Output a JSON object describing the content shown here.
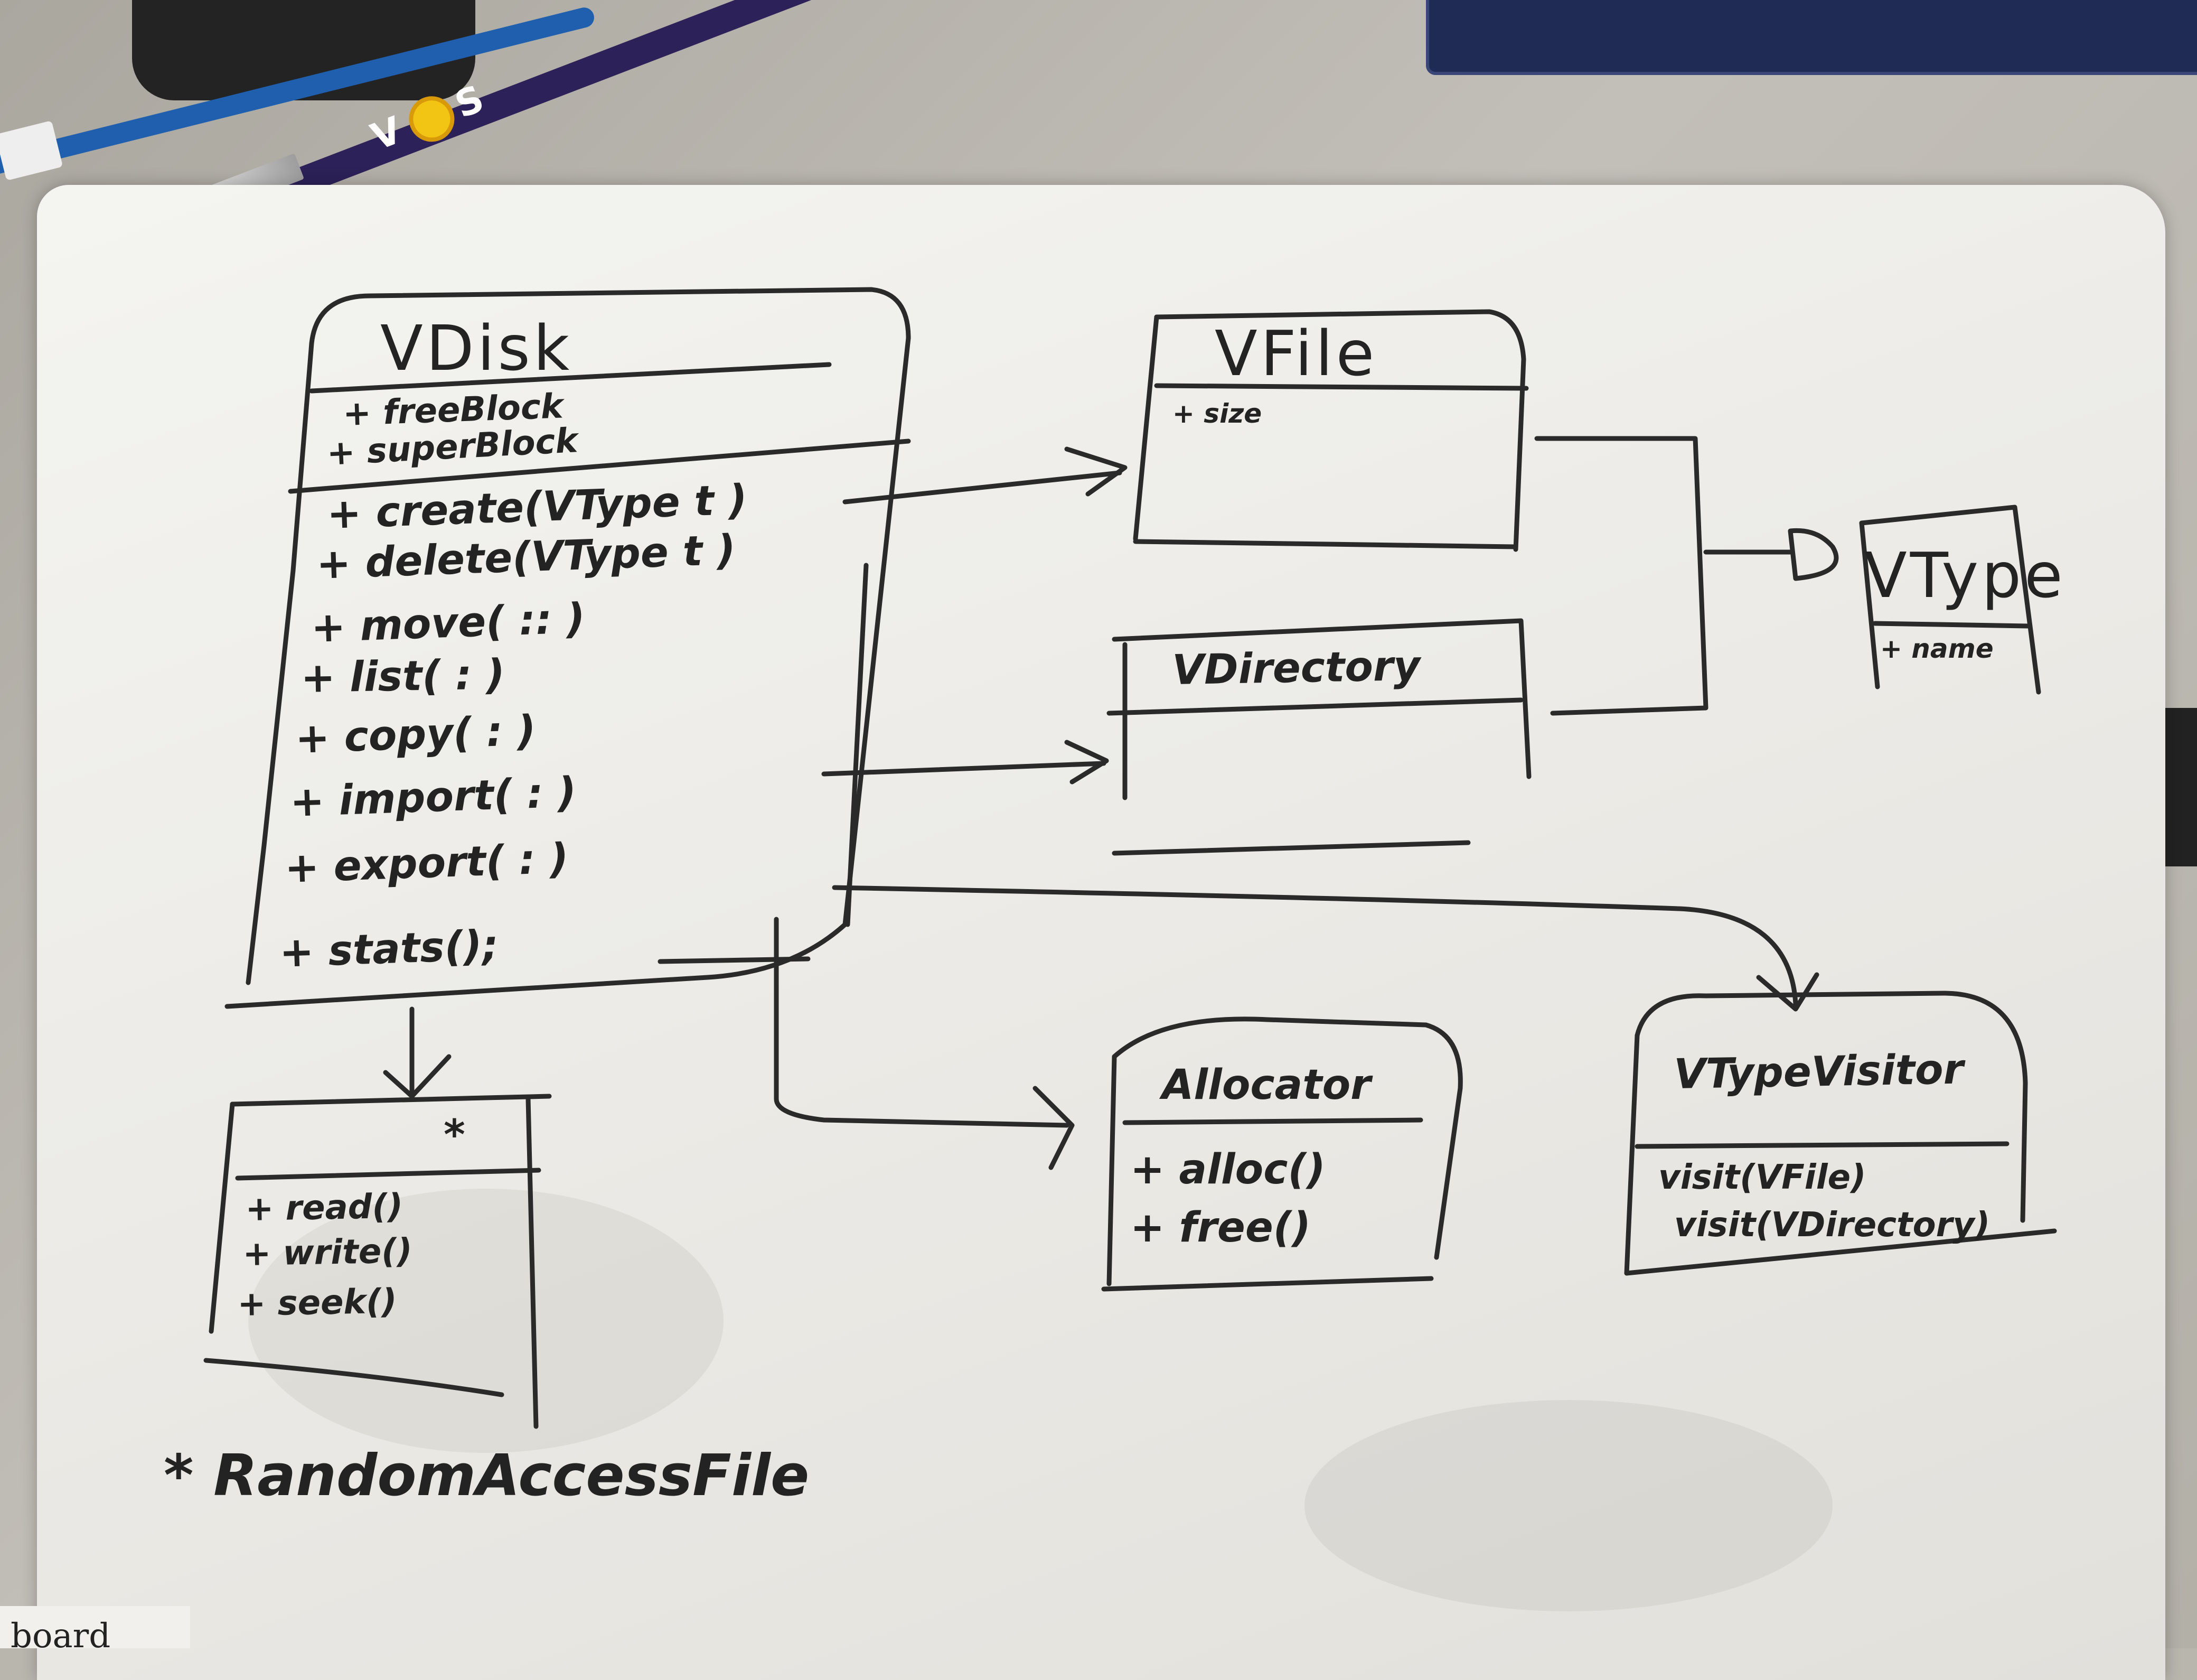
{
  "photo": {
    "pen_logo_left": "V",
    "pen_logo_right": "S",
    "corner_text": "board"
  },
  "classes": {
    "vdisk": {
      "name": "VDisk",
      "fields": [
        "+ freeBlock",
        "+ superBlock"
      ],
      "methods": [
        "+ create(VType t )",
        "+ delete(VType t )",
        "+ move( :: )",
        "+ list( : )",
        "+ copy( : )",
        "+ import( : )",
        "+ export( : )",
        "+ stats();"
      ]
    },
    "raf": {
      "name": "*",
      "methods": [
        "+ read()",
        "+ write()",
        "+ seek()"
      ]
    },
    "vfile": {
      "name": "VFile",
      "fields": [
        "+ size"
      ]
    },
    "vdirectory": {
      "name": "VDirectory"
    },
    "vtype": {
      "name": "VType",
      "fields": [
        "+ name"
      ]
    },
    "allocator": {
      "name": "Allocator",
      "methods": [
        "+ alloc()",
        "+ free()"
      ]
    },
    "vtypevisitor": {
      "name": "VTypeVisitor",
      "methods": [
        "visit(VFile)",
        "visit(VDirectory)"
      ]
    }
  },
  "footnote": "* RandomAccessFile"
}
